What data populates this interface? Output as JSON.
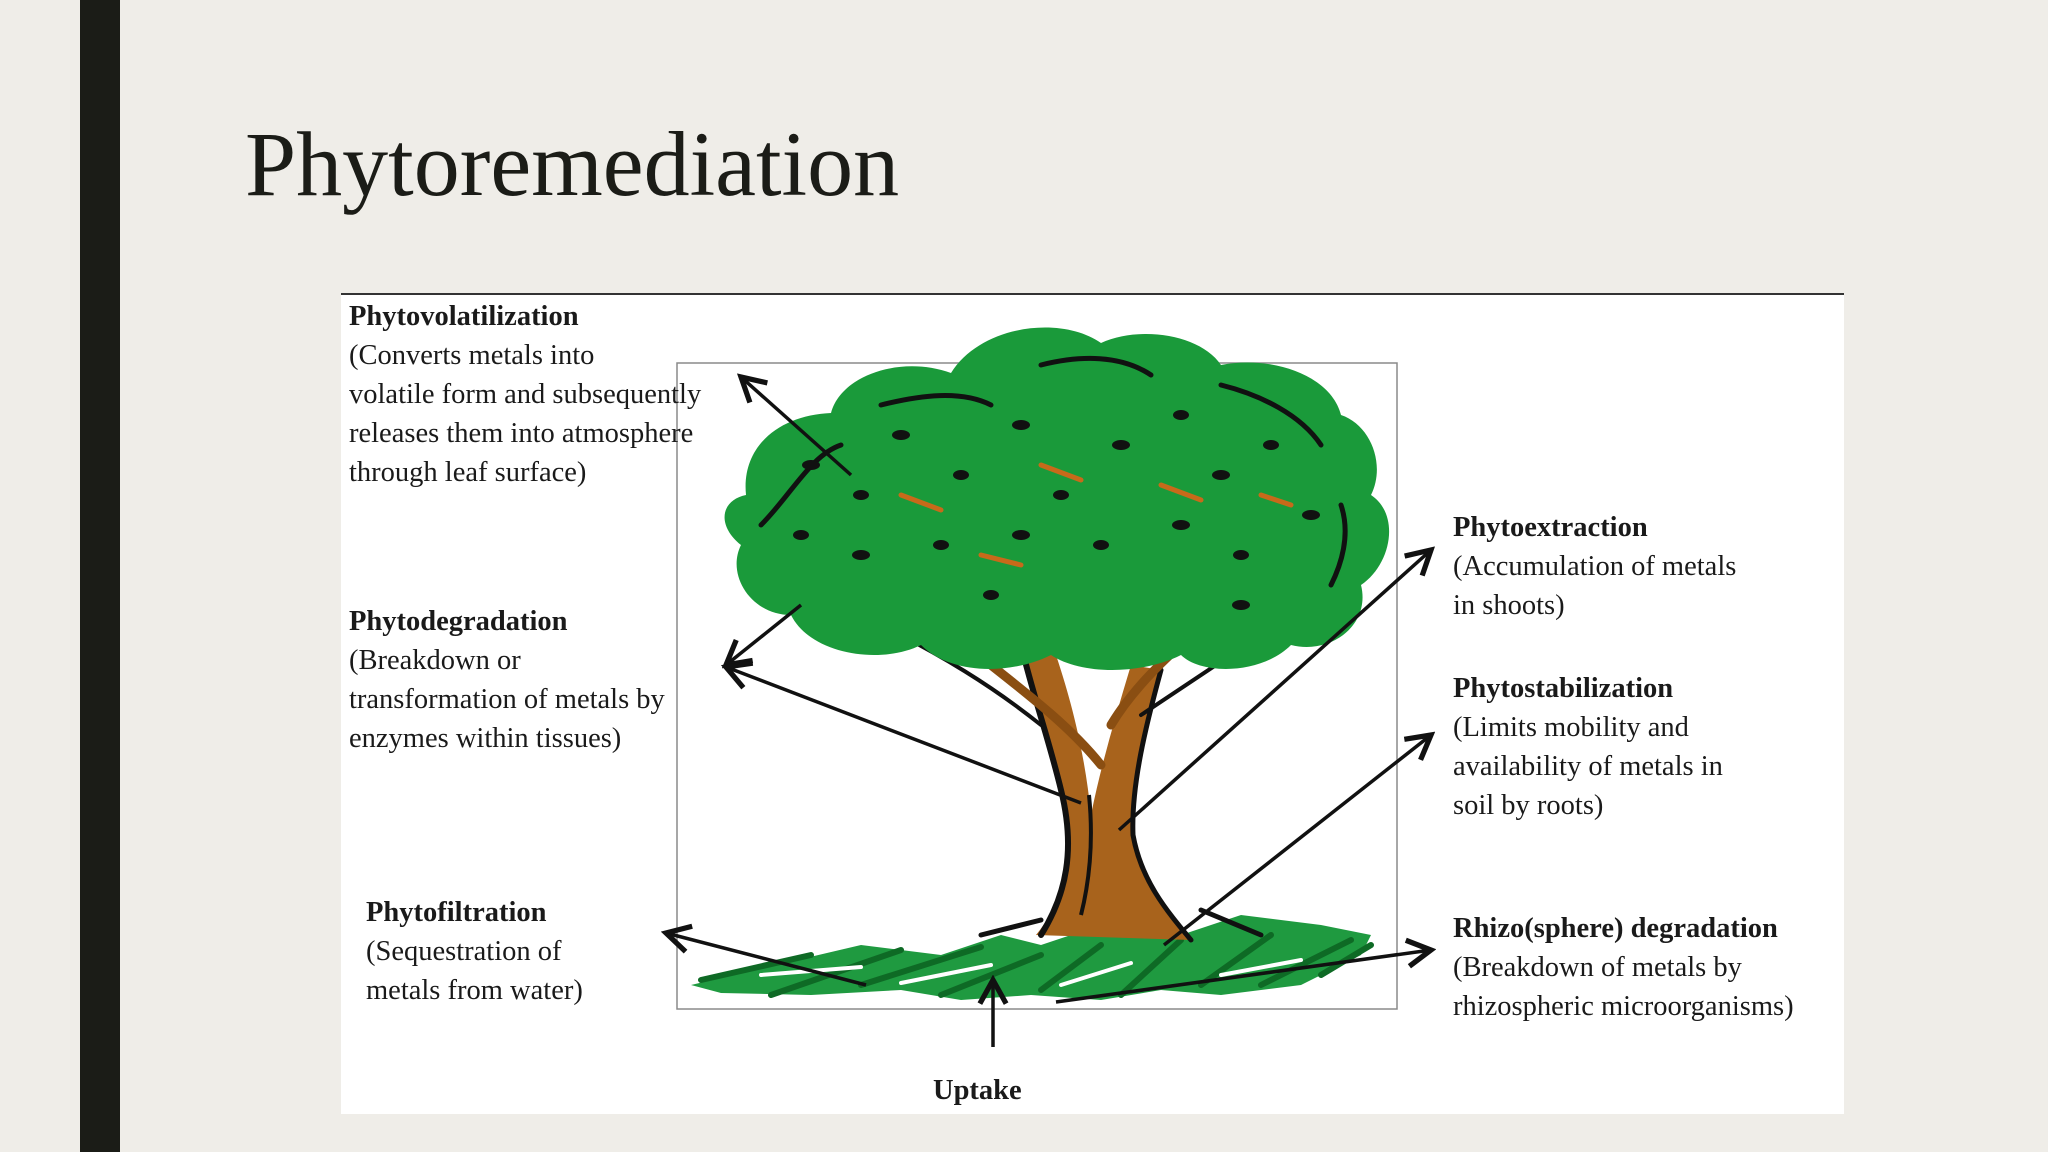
{
  "slide": {
    "title": "Phytoremediation"
  },
  "diagram": {
    "labels": {
      "phytovolatilization": {
        "name": "Phytovolatilization",
        "description": "(Converts metals into\nvolatile form and subsequently\nreleases them into atmosphere\nthrough leaf surface)"
      },
      "phytodegradation": {
        "name": "Phytodegradation",
        "description": "(Breakdown or\ntransformation of metals by\nenzymes within tissues)"
      },
      "phytofiltration": {
        "name": "Phytofiltration",
        "description": "(Sequestration of\nmetals from water)"
      },
      "phytoextraction": {
        "name": "Phytoextraction",
        "description": "(Accumulation of metals\nin shoots)"
      },
      "phytostabilization": {
        "name": "Phytostabilization",
        "description": "(Limits mobility and\navailability of metals in\nsoil by roots)"
      },
      "rhizodegradation": {
        "name": "Rhizo(sphere) degradation",
        "description": "(Breakdown of metals by\nrhizospheric microorganisms)"
      },
      "uptake": {
        "name": "Uptake"
      }
    },
    "colors": {
      "foliage": "#1a9a3a",
      "foliage_dark": "#0f7a2a",
      "trunk": "#a8631c",
      "outline": "#111111",
      "roots": "#1f9a40",
      "arrow": "#111111"
    }
  }
}
